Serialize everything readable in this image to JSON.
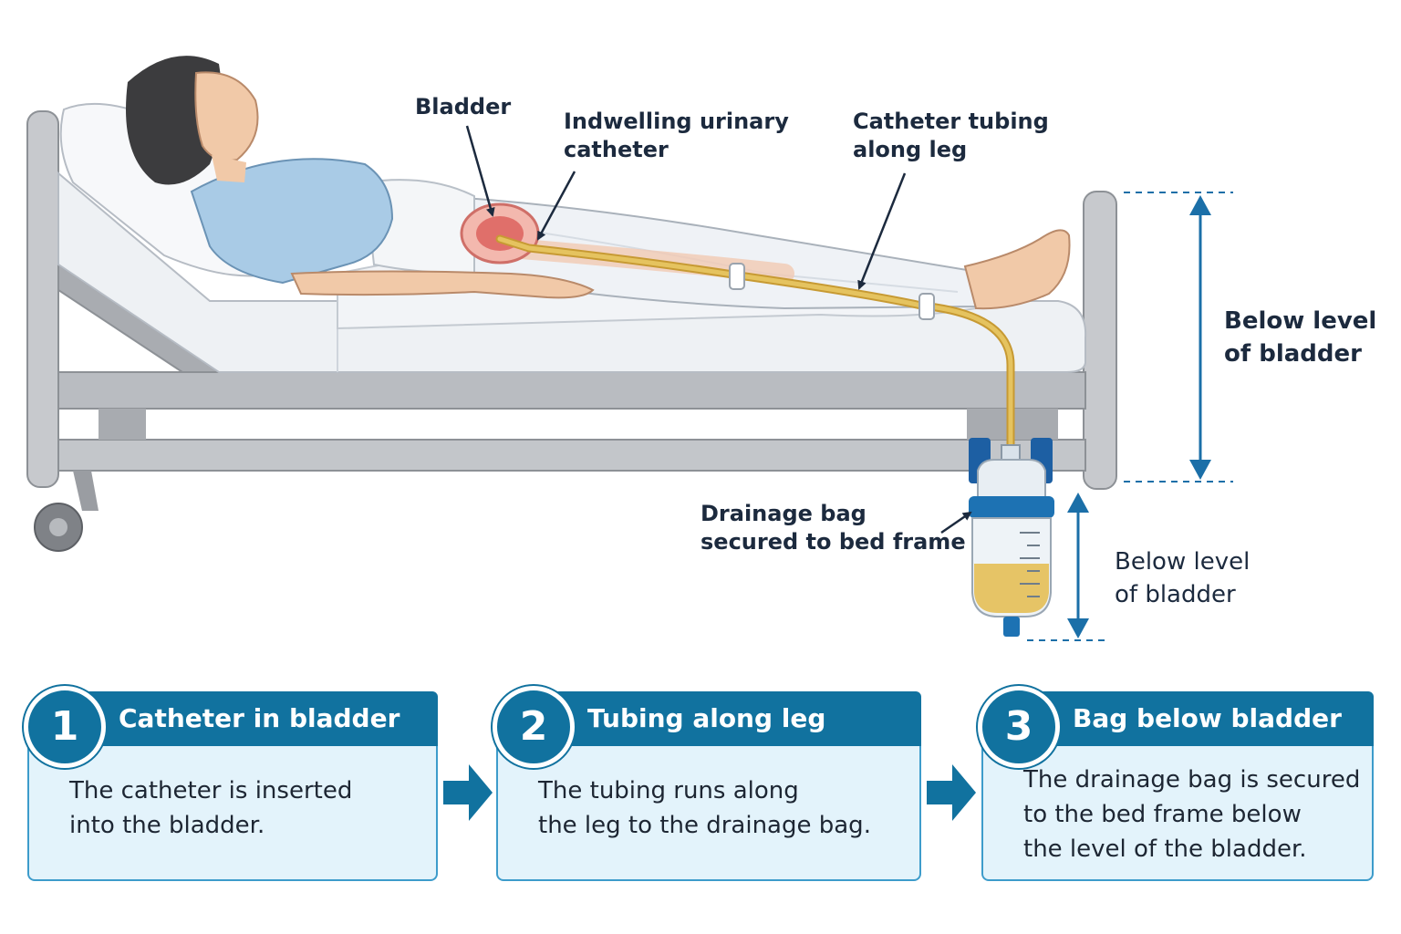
{
  "labels": {
    "bladder": "Bladder",
    "catheter": [
      "Indwelling urinary",
      "catheter"
    ],
    "tubing": [
      "Catheter tubing",
      "along leg"
    ],
    "drainage_bag": [
      "Drainage bag",
      "secured to bed frame"
    ],
    "below_level_top": [
      "Below level",
      "of bladder"
    ],
    "below_level_bottom": [
      "Below level",
      "of bladder"
    ]
  },
  "steps": [
    {
      "number": "1",
      "title": "Catheter in bladder",
      "text": [
        "The catheter is inserted",
        "into the bladder."
      ]
    },
    {
      "number": "2",
      "title": "Tubing along leg",
      "text": [
        "The tubing runs along",
        "the leg to the drainage bag."
      ]
    },
    {
      "number": "3",
      "title": "Bag below bladder",
      "text": [
        "The drainage bag is secured",
        "to the bed frame below",
        "the level of the bladder."
      ]
    }
  ],
  "colors": {
    "accent": "#11729f",
    "card_fill": "#e3f3fb",
    "tubing": "#e5c35f",
    "urine": "#e4bf55",
    "gown": "#a9cbe6",
    "bed_frame": "#b9bcc1"
  }
}
